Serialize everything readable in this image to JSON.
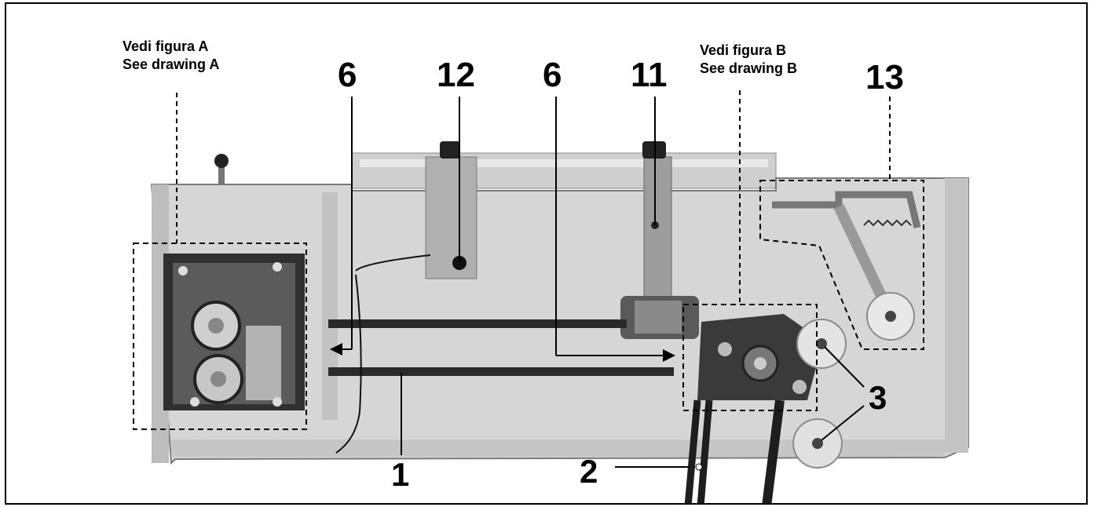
{
  "references": {
    "drawing_a": {
      "line1": "Vedi figura A",
      "line2": "See drawing A"
    },
    "drawing_b": {
      "line1": "Vedi figura B",
      "line2": "See drawing B"
    }
  },
  "callouts": {
    "c1": "1",
    "c2": "2",
    "c3": "3",
    "c6_left": "6",
    "c6_right": "6",
    "c11": "11",
    "c12": "12",
    "c13": "13"
  },
  "colors": {
    "panel": "#d9d9d9",
    "panel_dark": "#b9b9b9",
    "metal": "#a8a8a8",
    "belt": "#2a2a2a",
    "line": "#000000"
  }
}
